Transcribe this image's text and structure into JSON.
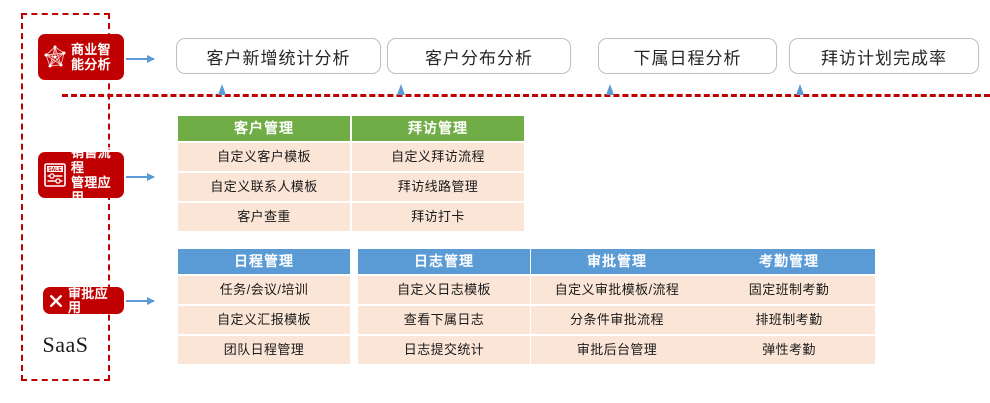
{
  "saas": {
    "label": "SaaS"
  },
  "badges": [
    {
      "id": "bi",
      "label": "商业智\n能分析",
      "icon": "network-graph-icon",
      "color": "#C00000"
    },
    {
      "id": "sales",
      "label": "销售流程\n管理应用",
      "icon": "sale-sliders-icon",
      "color": "#C00000"
    },
    {
      "id": "approval",
      "label": "审批应用",
      "icon": "cross-check-icon",
      "color": "#C00000"
    }
  ],
  "analysis_pills": [
    {
      "label": "客户新增统计分析"
    },
    {
      "label": "客户分布分析"
    },
    {
      "label": "下属日程分析"
    },
    {
      "label": "拜访计划完成率"
    }
  ],
  "card_rows": [
    {
      "accent": "green",
      "accent_color": "#70AD47",
      "cards": [
        {
          "title": "客户管理",
          "items": [
            "自定义客户模板",
            "自定义联系人模板",
            "客户查重"
          ]
        },
        {
          "title": "拜访管理",
          "items": [
            "自定义拜访流程",
            "拜访线路管理",
            "拜访打卡"
          ]
        }
      ]
    },
    {
      "accent": "blue",
      "accent_color": "#5B9BD5",
      "cards": [
        {
          "title": "日程管理",
          "items": [
            "任务/会议/培训",
            "自定义汇报模板",
            "团队日程管理"
          ]
        },
        {
          "title": "日志管理",
          "items": [
            "自定义日志模板",
            "查看下属日志",
            "日志提交统计"
          ]
        },
        {
          "title": "审批管理",
          "items": [
            "自定义审批模板/流程",
            "分条件审批流程",
            "审批后台管理"
          ]
        },
        {
          "title": "考勤管理",
          "items": [
            "固定班制考勤",
            "排班制考勤",
            "弹性考勤"
          ]
        }
      ]
    }
  ],
  "colors": {
    "brand_red": "#C00000",
    "green": "#70AD47",
    "blue": "#5B9BD5",
    "cell_bg": "#FBE5D6",
    "arrow_blue": "#5B9BD5"
  }
}
